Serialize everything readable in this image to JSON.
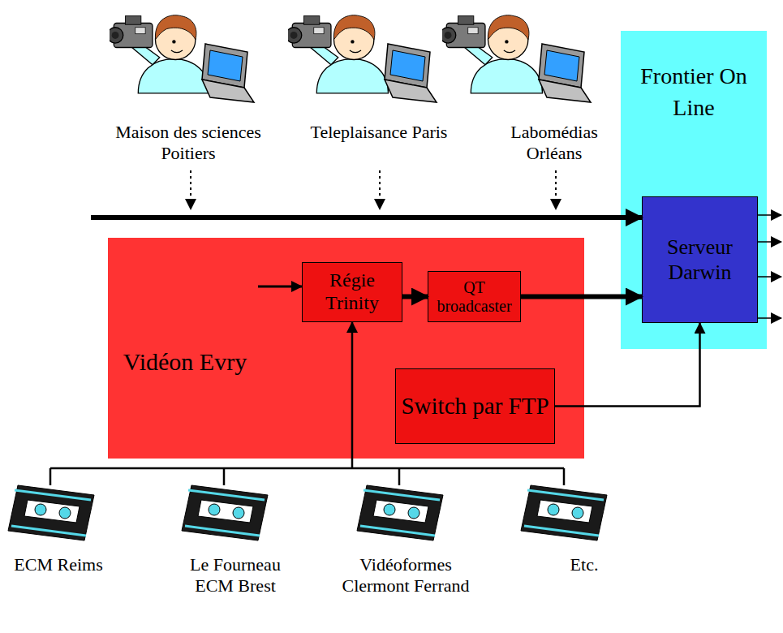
{
  "diagram": {
    "nodes": [
      {
        "text": [
          "Frontier On Line"
        ]
      },
      {
        "text": [
          "Serveur Darwin"
        ],
        "in": 0
      },
      {
        "text": [
          "Vidéon Evry"
        ]
      },
      {
        "text": [
          "Régie Trinity"
        ],
        "in": 2
      },
      {
        "text": [
          "QT broadcaster"
        ],
        "in": 2
      },
      {
        "text": [
          "Switch par FTP"
        ],
        "in": 2
      }
    ],
    "edges": [
      {
        "from": 3,
        "to": 4,
        "arrow": "to"
      },
      {
        "from": 4,
        "to": 1,
        "arrow": "to"
      },
      {
        "from": 5,
        "to": 1,
        "arrow": "to"
      }
    ],
    "labels": [
      "Maison des sciences Poitiers",
      "Teleplaisance Paris",
      "Labomédias Orléans",
      "ECM Reims",
      "Le Fourneau ECM Brest",
      "Vidéoformes Clermont Ferrand",
      "Etc."
    ]
  }
}
